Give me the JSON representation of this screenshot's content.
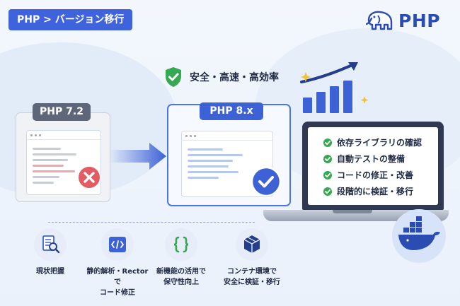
{
  "tag": {
    "label": "PHP > バージョン移行"
  },
  "logo": {
    "text": "PHP"
  },
  "feature": {
    "label": "安全・高速・高効率"
  },
  "versions": {
    "old": "PHP 7.2",
    "new": "PHP 8.x"
  },
  "checklist": [
    {
      "label": "依存ライブラリの確認"
    },
    {
      "label": "自動テストの整備"
    },
    {
      "label": "コードの修正・改善"
    },
    {
      "label": "段階的に検証・移行"
    }
  ],
  "steps": [
    {
      "label": "現状把握",
      "icon": "document-search-icon"
    },
    {
      "label": "静的解析・Rectorで\nコード修正",
      "icon": "code-icon"
    },
    {
      "label": "新機能の活用で\n保守性向上",
      "icon": "braces-icon"
    },
    {
      "label": "コンテナ環境で\n安全に検証・移行",
      "icon": "container-box-icon"
    }
  ],
  "colors": {
    "accent": "#3f63dc",
    "success": "#36a852",
    "error": "#e35b63",
    "navy": "#1f2a44"
  }
}
